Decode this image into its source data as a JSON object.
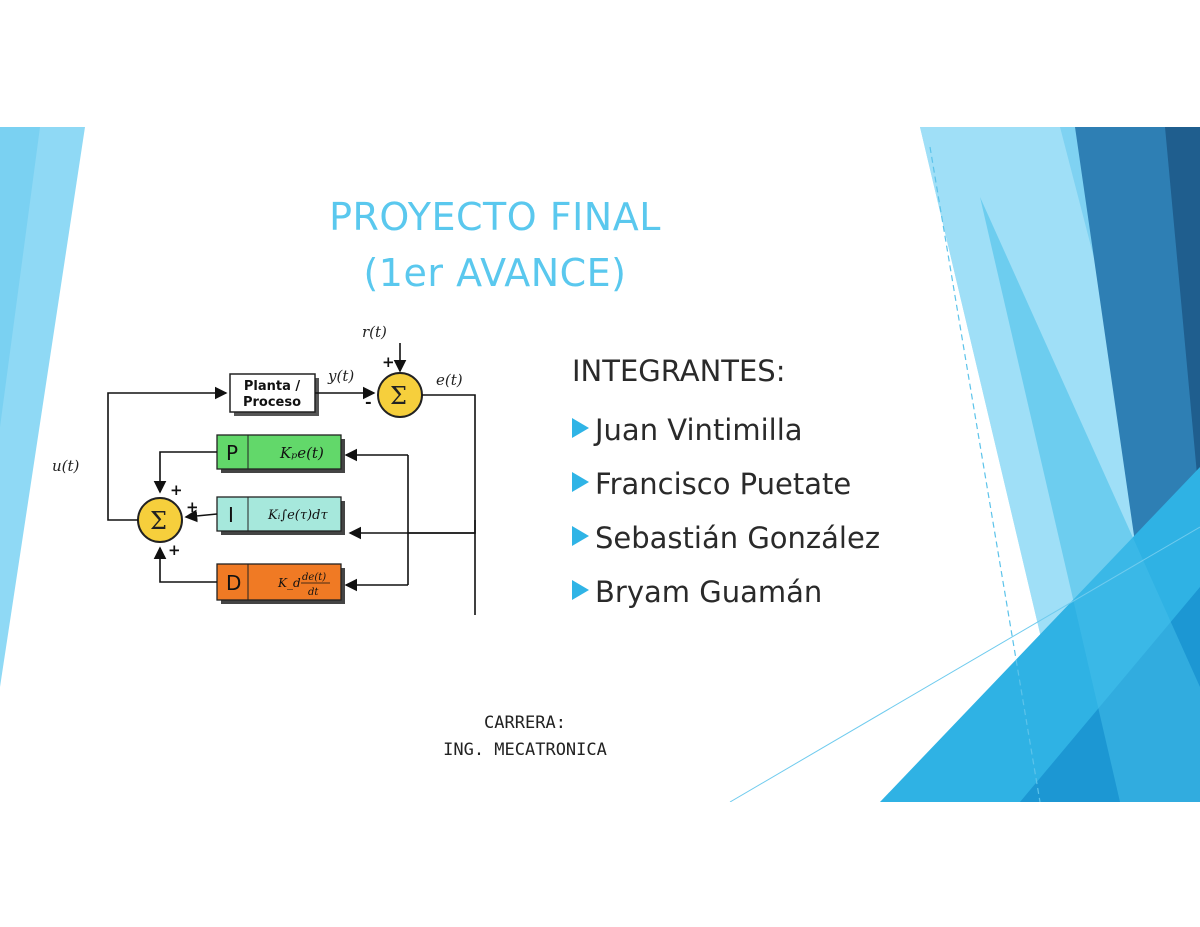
{
  "slide": {
    "title_line1": "PROYECTO FINAL",
    "title_line2": "(1er AVANCE)",
    "members_heading": "INTEGRANTES:",
    "members": [
      "Juan Vintimilla",
      "Francisco Puetate",
      "Sebastián González",
      "Bryam Guamán"
    ],
    "career_label": "CARRERA:",
    "career_value": "ING. MECATRONICA"
  },
  "diagram": {
    "plant_line1": "Planta /",
    "plant_line2": "Proceso",
    "reference": "r(t)",
    "output": "y(t)",
    "error": "e(t)",
    "control": "u(t)",
    "sum_symbol": "Σ",
    "plus": "+",
    "minus": "-",
    "p_label": "P",
    "i_label": "I",
    "d_label": "D",
    "p_term": "Kₚe(t)",
    "i_term": "Kᵢ∫e(τ)dτ",
    "d_term_k": "K_d",
    "d_term_num": "de(t)",
    "d_term_den": "dt",
    "colors": {
      "p_block": "#62d86a",
      "i_block": "#a6e8dc",
      "d_block": "#f07a24",
      "sum_fill": "#f6cf3c"
    }
  },
  "decor": {
    "accent_colors": [
      "#5ac8ee",
      "#2fb4e6",
      "#1f6fa3",
      "#2a8fc9"
    ]
  }
}
